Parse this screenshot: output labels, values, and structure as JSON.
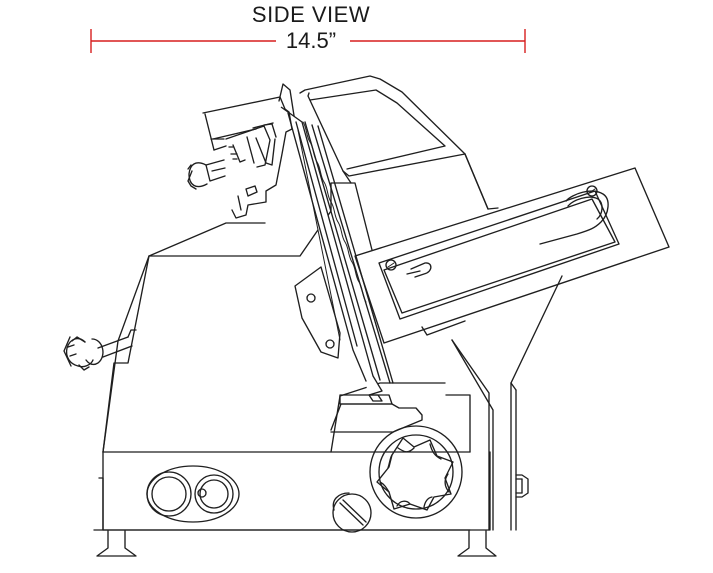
{
  "diagram": {
    "title": "SIDE VIEW",
    "dimension": {
      "label": "14.5”",
      "color": "#d71f1f"
    },
    "subject_icon": "meat-slicer-side-view"
  }
}
